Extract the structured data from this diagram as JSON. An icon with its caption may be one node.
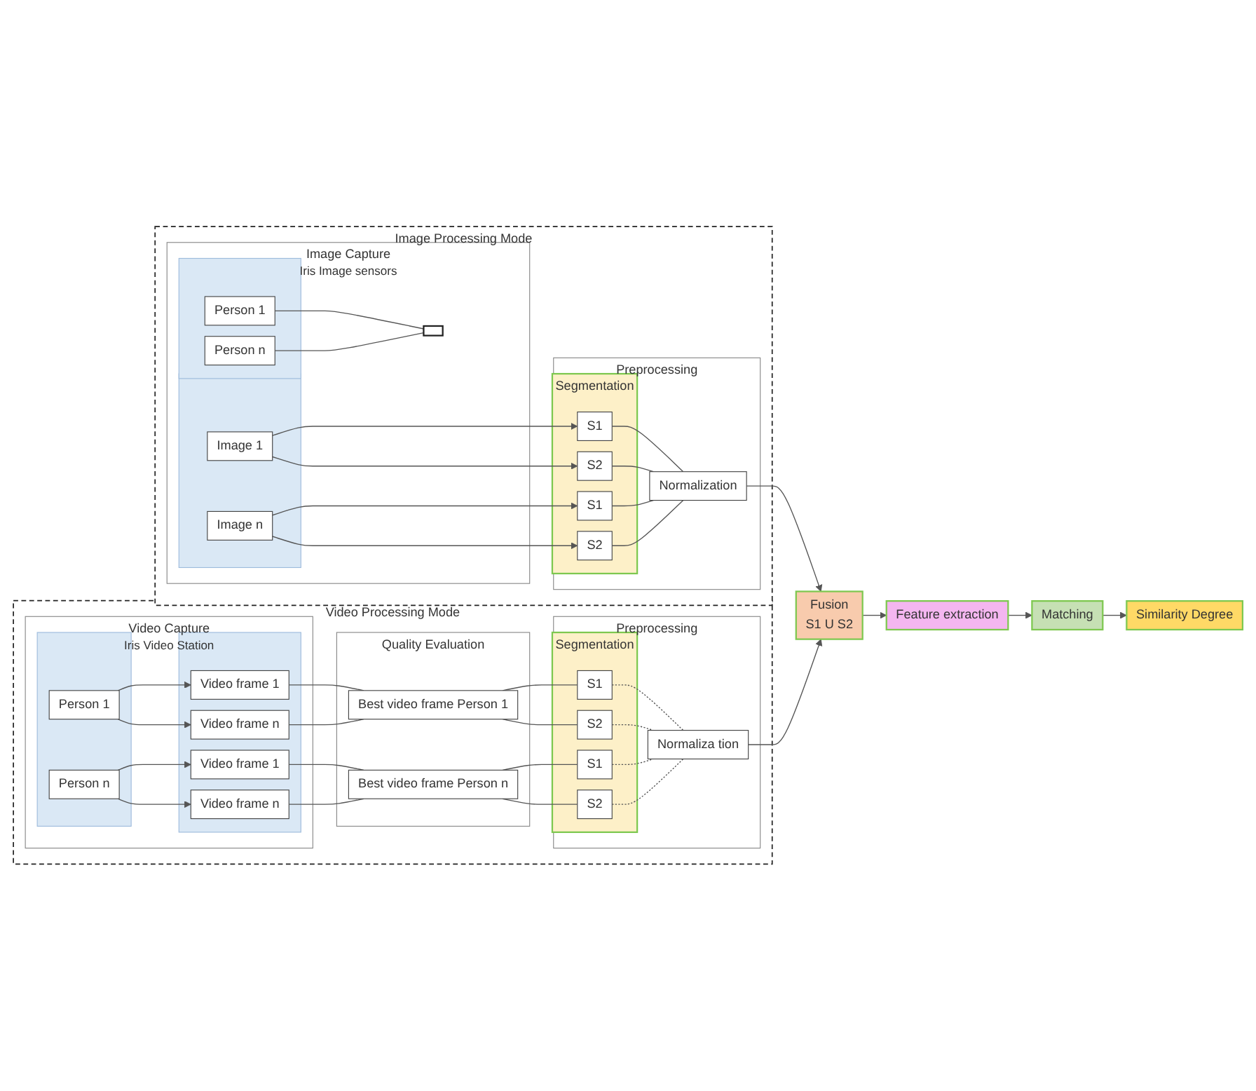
{
  "diagram": {
    "nodes": [
      {
        "text": [
          "Image Processing Mode"
        ]
      },
      {
        "text": [
          "Image Capture",
          "Iris Image sensors"
        ],
        "in": 0
      },
      {
        "text": [],
        "shape": "box",
        "in": 1
      },
      {
        "text": [
          "Person 1"
        ],
        "in": 2
      },
      {
        "text": [
          "Person n"
        ],
        "in": 2
      },
      {
        "text": [],
        "shape": "bracket",
        "in": 1
      },
      {
        "text": [],
        "shape": "box",
        "in": 1
      },
      {
        "text": [
          "Image 1"
        ],
        "in": 6
      },
      {
        "text": [
          "Image n"
        ],
        "in": 6
      },
      {
        "text": [
          "Preprocessing"
        ],
        "in": 0
      },
      {
        "text": [
          "Segmentation"
        ],
        "in": 9
      },
      {
        "text": [
          "S1"
        ],
        "in": 10
      },
      {
        "text": [
          "S2"
        ],
        "in": 10
      },
      {
        "text": [
          "S1"
        ],
        "in": 10
      },
      {
        "text": [
          "S2"
        ],
        "in": 10
      },
      {
        "text": [
          "Normalization"
        ],
        "in": 9
      },
      {
        "text": [
          "Fusion",
          "S1 U S2"
        ]
      },
      {
        "text": [
          "Feature extraction"
        ]
      },
      {
        "text": [
          "Matching"
        ]
      },
      {
        "text": [
          "Similarity Degree"
        ]
      },
      {
        "text": [
          "Video Processing Mode"
        ]
      },
      {
        "text": [
          "Video Capture",
          "Iris Video Station"
        ],
        "in": 20
      },
      {
        "text": [],
        "shape": "box",
        "in": 21
      },
      {
        "text": [
          "Person 1"
        ],
        "in": 22
      },
      {
        "text": [
          "Person n"
        ],
        "in": 22
      },
      {
        "text": [],
        "shape": "box",
        "in": 21
      },
      {
        "text": [
          "Video frame 1"
        ],
        "in": 25
      },
      {
        "text": [
          "Video frame n"
        ],
        "in": 25
      },
      {
        "text": [
          "Video frame 1"
        ],
        "in": 25
      },
      {
        "text": [
          "Video frame n"
        ],
        "in": 25
      },
      {
        "text": [
          "Quality Evaluation"
        ],
        "in": 20
      },
      {
        "text": [
          "Best video frame Person 1"
        ],
        "in": 30
      },
      {
        "text": [
          "Best video frame Person n"
        ],
        "in": 30
      },
      {
        "text": [
          "Preprocessing"
        ],
        "in": 20
      },
      {
        "text": [
          "Segmentation"
        ],
        "in": 33
      },
      {
        "text": [
          "S1"
        ],
        "in": 34
      },
      {
        "text": [
          "S2"
        ],
        "in": 34
      },
      {
        "text": [
          "S1"
        ],
        "in": 34
      },
      {
        "text": [
          "S2"
        ],
        "in": 34
      },
      {
        "text": [
          "Normaliza tion"
        ],
        "in": 33
      }
    ],
    "edges": [
      {
        "from": 3,
        "to": 5,
        "arrow": "none"
      },
      {
        "from": 4,
        "to": 5,
        "arrow": "none"
      },
      {
        "from": 7,
        "to": 11,
        "arrow": "to"
      },
      {
        "from": 7,
        "to": 12,
        "arrow": "to"
      },
      {
        "from": 8,
        "to": 13,
        "arrow": "to"
      },
      {
        "from": 8,
        "to": 14,
        "arrow": "to"
      },
      {
        "from": 11,
        "to": 15,
        "arrow": "none"
      },
      {
        "from": 12,
        "to": 15,
        "arrow": "none"
      },
      {
        "from": 13,
        "to": 15,
        "arrow": "none"
      },
      {
        "from": 14,
        "to": 15,
        "arrow": "none"
      },
      {
        "from": 15,
        "to": 16,
        "arrow": "to"
      },
      {
        "from": 39,
        "to": 16,
        "arrow": "to"
      },
      {
        "from": 16,
        "to": 17,
        "arrow": "to"
      },
      {
        "from": 17,
        "to": 18,
        "arrow": "to"
      },
      {
        "from": 18,
        "to": 19,
        "arrow": "to"
      },
      {
        "from": 23,
        "to": 26,
        "arrow": "to"
      },
      {
        "from": 23,
        "to": 27,
        "arrow": "to"
      },
      {
        "from": 24,
        "to": 28,
        "arrow": "to"
      },
      {
        "from": 24,
        "to": 29,
        "arrow": "to"
      },
      {
        "from": 26,
        "to": 31,
        "arrow": "none"
      },
      {
        "from": 27,
        "to": 31,
        "arrow": "none"
      },
      {
        "from": 28,
        "to": 32,
        "arrow": "none"
      },
      {
        "from": 29,
        "to": 32,
        "arrow": "none"
      },
      {
        "from": 31,
        "to": 35,
        "arrow": "none"
      },
      {
        "from": 31,
        "to": 36,
        "arrow": "none"
      },
      {
        "from": 32,
        "to": 37,
        "arrow": "none"
      },
      {
        "from": 32,
        "to": 38,
        "arrow": "none"
      },
      {
        "from": 35,
        "to": 39,
        "arrow": "none",
        "style": "dashed"
      },
      {
        "from": 36,
        "to": 39,
        "arrow": "none",
        "style": "dashed"
      },
      {
        "from": 37,
        "to": 39,
        "arrow": "none",
        "style": "dashed"
      },
      {
        "from": 38,
        "to": 39,
        "arrow": "none",
        "style": "dashed"
      }
    ]
  }
}
